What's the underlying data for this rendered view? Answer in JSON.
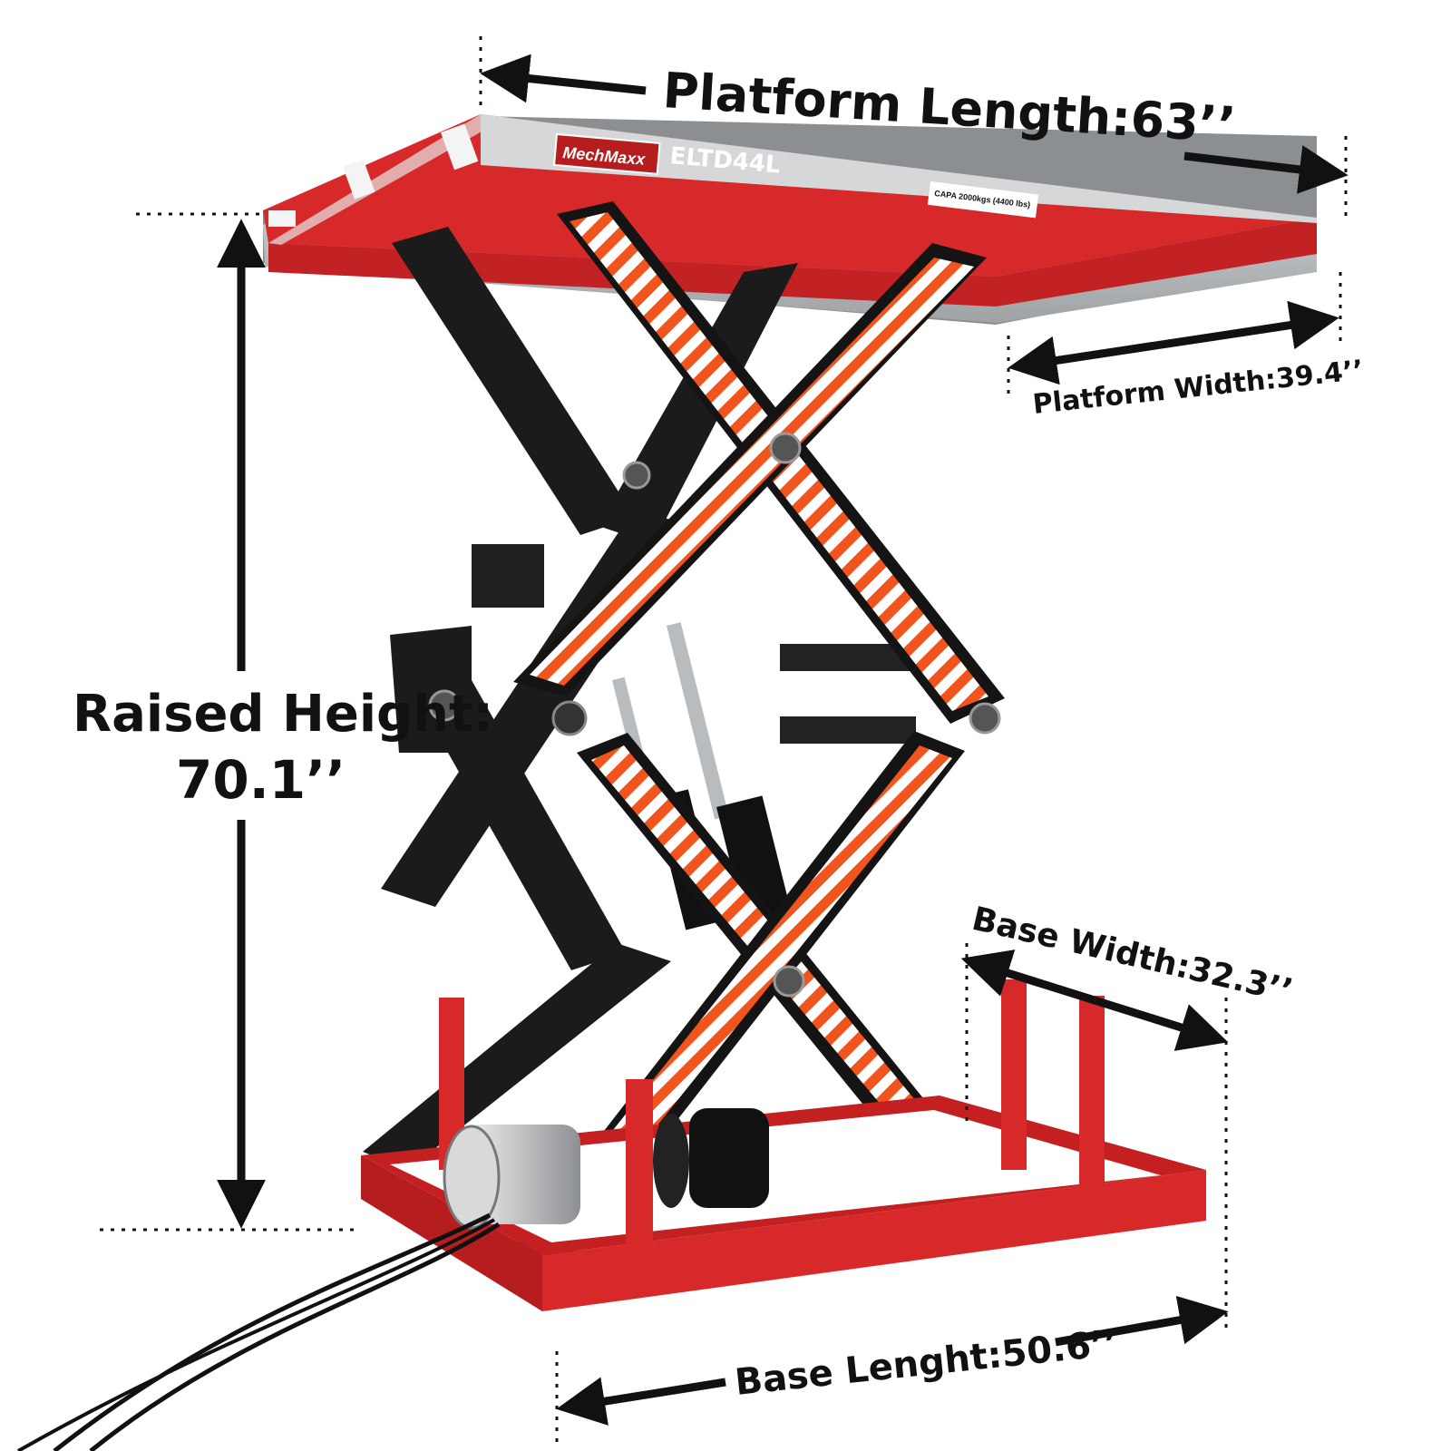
{
  "product": {
    "brand": "MechMaxx",
    "model": "ELTD44L",
    "capacity_label": "CAPA 2000kgs (4400 lbs)"
  },
  "dimensions": {
    "platform_length": "Platform Length:63’’",
    "platform_width": "Platform Width:39.4’’",
    "raised_height_label": "Raised Height:",
    "raised_height_value": "70.1’’",
    "base_width": "Base Width:32.3’’",
    "base_length": "Base Lenght:50.6’’"
  },
  "colors": {
    "frame_red": "#d7282a",
    "scissor_black": "#1b1b1b",
    "stripe_orange": "#f2541d",
    "stripe_white": "#ffffff",
    "platform_silver": "#c9cbcc",
    "arrow_black": "#111111"
  }
}
